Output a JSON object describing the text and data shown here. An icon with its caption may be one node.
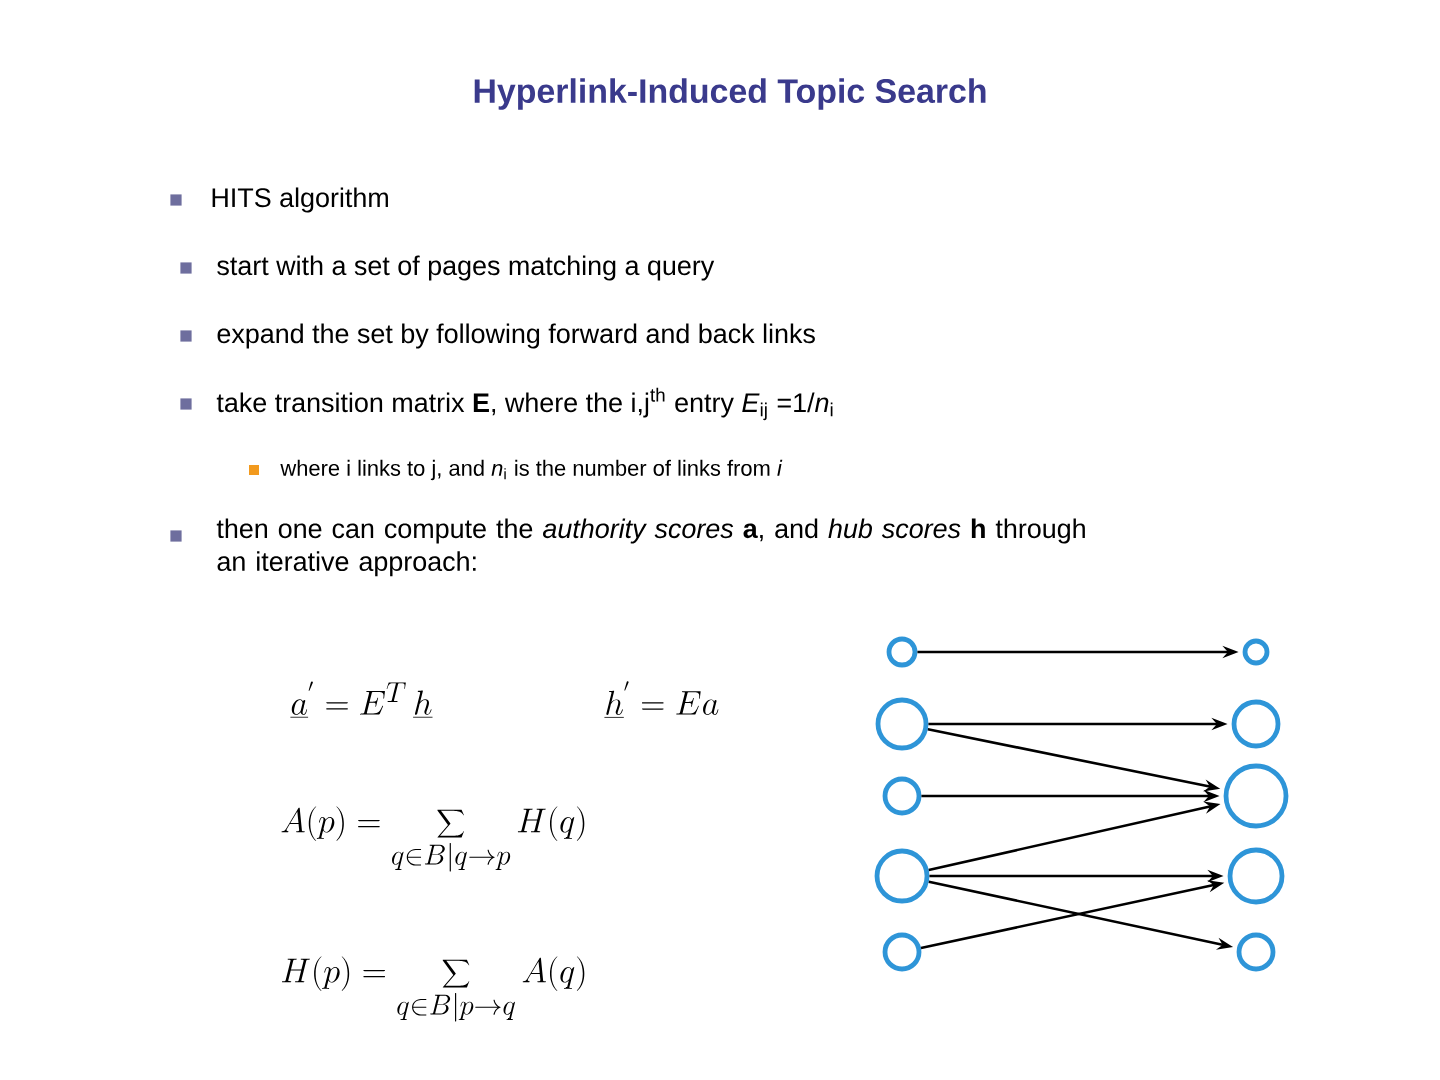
{
  "diagram": {
    "title": "Hyperlink-Induced Topic Search",
    "nodes": [
      {
        "text": [],
        "shape": "circle"
      },
      {
        "text": [],
        "shape": "circle"
      },
      {
        "text": [],
        "shape": "circle"
      },
      {
        "text": [],
        "shape": "circle"
      },
      {
        "text": [],
        "shape": "circle"
      },
      {
        "text": [],
        "shape": "circle"
      },
      {
        "text": [],
        "shape": "circle"
      },
      {
        "text": [],
        "shape": "circle"
      },
      {
        "text": [],
        "shape": "circle"
      },
      {
        "text": [],
        "shape": "circle"
      }
    ],
    "edges": [
      {
        "from": 0,
        "to": 5,
        "arrow": "to"
      },
      {
        "from": 1,
        "to": 6,
        "arrow": "to"
      },
      {
        "from": 1,
        "to": 7,
        "arrow": "to"
      },
      {
        "from": 2,
        "to": 7,
        "arrow": "to"
      },
      {
        "from": 3,
        "to": 7,
        "arrow": "to"
      },
      {
        "from": 3,
        "to": 8,
        "arrow": "to"
      },
      {
        "from": 3,
        "to": 9,
        "arrow": "to"
      },
      {
        "from": 4,
        "to": 8,
        "arrow": "to"
      }
    ],
    "labels": [
      "HITS algorithm",
      "start with a set of pages matching a query",
      "expand the set by following forward and back links",
      "take transition matrix **E**, where  the i,j$^{th}$ entry *E*$_{ij}$ =1/*n*$_{i}$",
      "where i links to j, and *n*$_{i}$ is the number of links from *i*",
      "then one can compute the *authority scores* **a**, and *hub scores* **h** through an iterative approach:",
      "\\underline{a}^{'} = E^{T}\\,\\underline{h}",
      "\\underline{h}^{'} = Ea",
      "A(p) = \\sum_{q\\in B|q\\rightarrow p} H(q)",
      "H(p) = \\sum_{q\\in B|p\\rightarrow q} A(q)"
    ]
  }
}
